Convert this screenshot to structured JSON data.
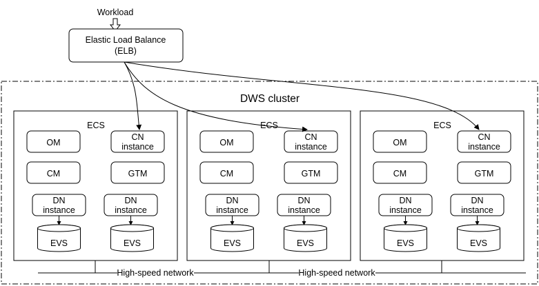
{
  "workload_label": "Workload",
  "elb": {
    "line1": "Elastic Load Balance",
    "line2": "(ELB)"
  },
  "cluster_title": "DWS cluster",
  "ecs_nodes": [
    {
      "title": "ECS",
      "om": "OM",
      "cn_line1": "CN",
      "cn_line2": "instance",
      "cm": "CM",
      "gtm": "GTM",
      "dn1_line1": "DN",
      "dn1_line2": "instance",
      "dn2_line1": "DN",
      "dn2_line2": "instance",
      "evs1": "EVS",
      "evs2": "EVS"
    },
    {
      "title": "ECS",
      "om": "OM",
      "cn_line1": "CN",
      "cn_line2": "instance",
      "cm": "CM",
      "gtm": "GTM",
      "dn1_line1": "DN",
      "dn1_line2": "instance",
      "dn2_line1": "DN",
      "dn2_line2": "instance",
      "evs1": "EVS",
      "evs2": "EVS"
    },
    {
      "title": "ECS",
      "om": "OM",
      "cn_line1": "CN",
      "cn_line2": "instance",
      "cm": "CM",
      "gtm": "GTM",
      "dn1_line1": "DN",
      "dn1_line2": "instance",
      "dn2_line1": "DN",
      "dn2_line2": "instance",
      "evs1": "EVS",
      "evs2": "EVS"
    }
  ],
  "network_labels": [
    "High-speed network",
    "High-speed network"
  ]
}
